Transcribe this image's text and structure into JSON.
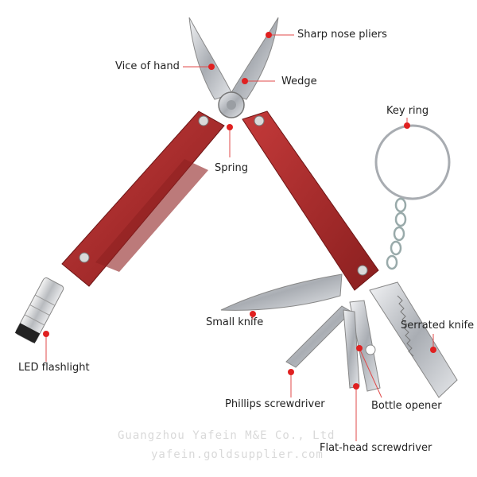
{
  "labels": {
    "sharp_nose_pliers": "Sharp nose pliers",
    "vice_of_hand": "Vice of hand",
    "wedge": "Wedge",
    "key_ring": "Key ring",
    "spring": "Spring",
    "small_knife": "Small knife",
    "serrated_knife": "Serrated knife",
    "led_flashlight": "LED flashlight",
    "phillips_screwdriver": "Phillips screwdriver",
    "bottle_opener": "Bottle opener",
    "flat_head_screwdriver": "Flat-head screwdriver"
  },
  "watermark": {
    "line1": "Guangzhou Yafein M&E Co., Ltd",
    "line2": "yafein.goldsupplier.com"
  },
  "colors": {
    "handle_red": "#b02a2a",
    "handle_dark": "#7d1a1a",
    "steel": "#c9ccd1",
    "marker": "#e02020",
    "leader": "#e04a4a"
  }
}
